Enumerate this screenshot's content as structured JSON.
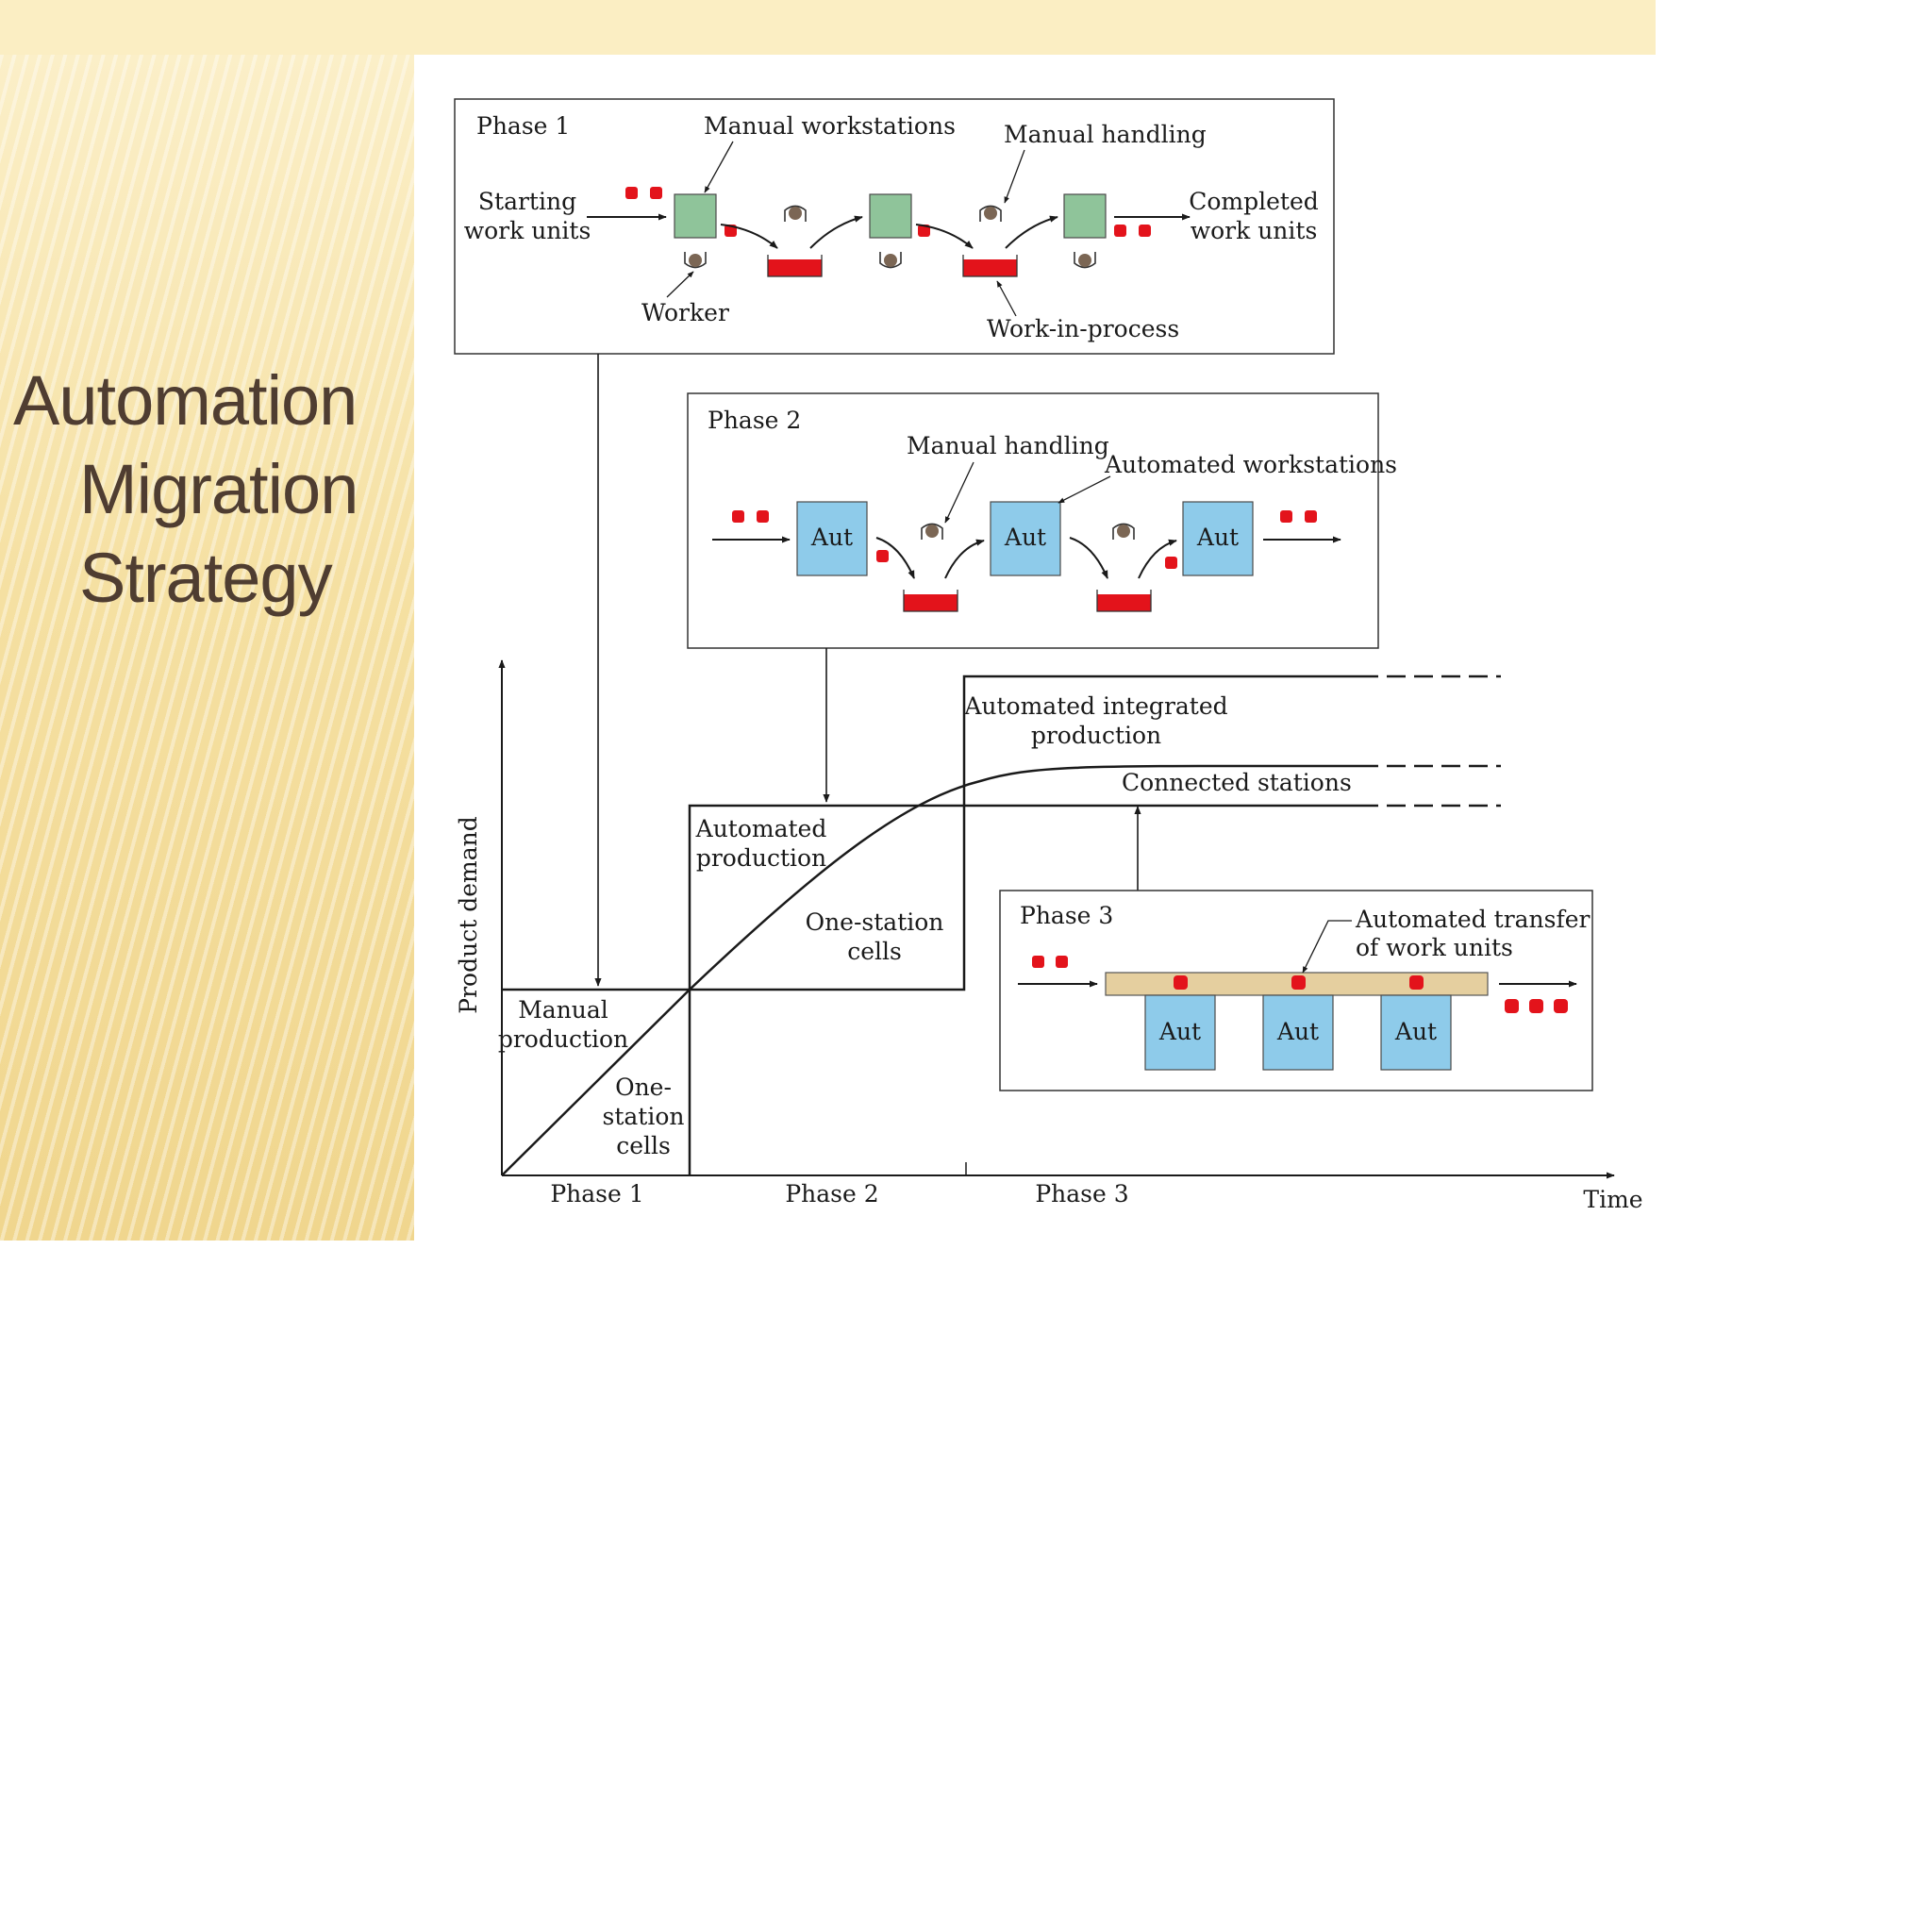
{
  "slide": {
    "title_lines": [
      "Automation",
      "Migration",
      "Strategy"
    ]
  },
  "colors": {
    "title_text": "#4f3d31",
    "manual_station": "#8fc49a",
    "automated_station": "#8ecbea",
    "work_unit": "#e3131b",
    "conveyor": "#e5cf9f",
    "worker": "#7b6654"
  },
  "diagram": {
    "phase1": {
      "label": "Phase 1",
      "manual_workstations": "Manual workstations",
      "manual_handling": "Manual handling",
      "starting_1": "Starting",
      "starting_2": "work units",
      "completed_1": "Completed",
      "completed_2": "work units",
      "worker": "Worker",
      "wip": "Work-in-process"
    },
    "phase2": {
      "label": "Phase 2",
      "manual_handling": "Manual handling",
      "automated_workstations": "Automated workstations",
      "station_label": "Aut"
    },
    "phase3": {
      "label": "Phase 3",
      "transfer_1": "Automated transfer",
      "transfer_2": "of work units",
      "station_label": "Aut"
    },
    "graph": {
      "y_label": "Product demand",
      "x_label": "Time",
      "x_phases": [
        "Phase 1",
        "Phase 2",
        "Phase 3"
      ],
      "manual_production_1": "Manual",
      "manual_production_2": "production",
      "one_station_a_1": "One-",
      "one_station_a_2": "station",
      "one_station_a_3": "cells",
      "automated_production_1": "Automated",
      "automated_production_2": "production",
      "one_station_b_1": "One-station",
      "one_station_b_2": "cells",
      "integrated_1": "Automated integrated",
      "integrated_2": "production",
      "connected_stations": "Connected stations"
    }
  }
}
